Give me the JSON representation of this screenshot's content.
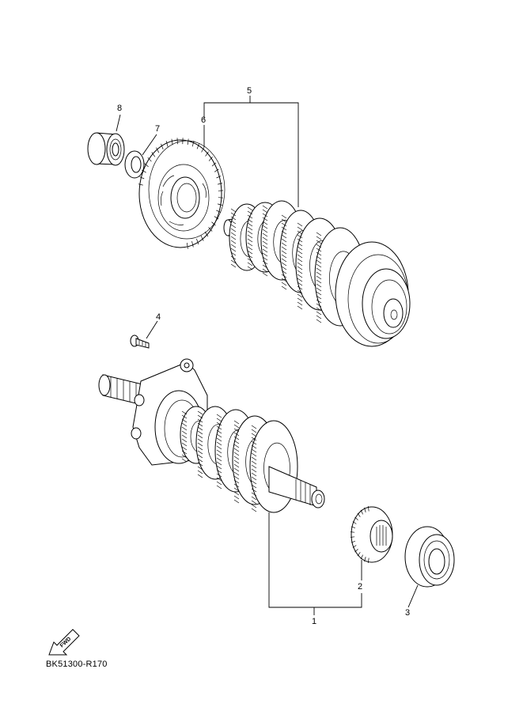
{
  "diagram_code": "BK51300-R170",
  "fwd_label": "FWD",
  "callouts": {
    "c1": "1",
    "c2": "2",
    "c3": "3",
    "c4": "4",
    "c5": "5",
    "c6": "6",
    "c7": "7",
    "c8": "8"
  }
}
